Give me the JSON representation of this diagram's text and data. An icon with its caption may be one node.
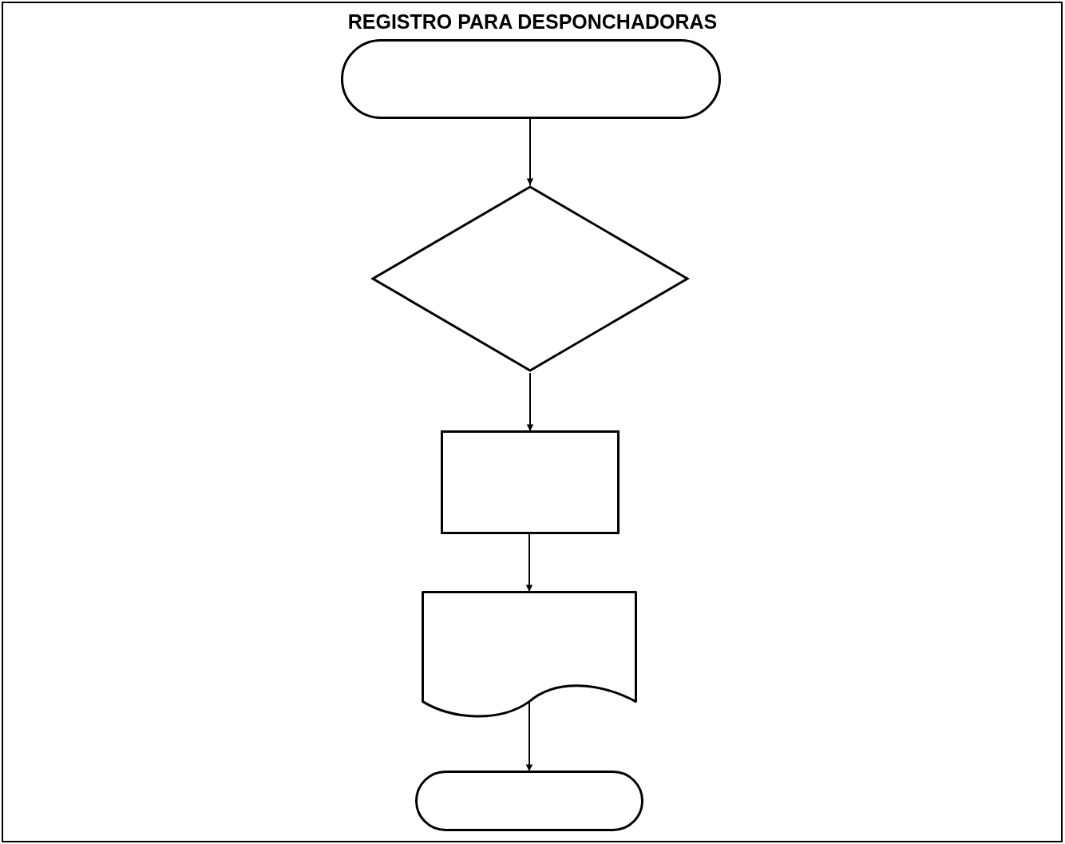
{
  "diagram": {
    "title": "REGISTRO PARA DESPONCHADORAS",
    "nodes": [
      {
        "text": [],
        "shape": "pill"
      },
      {
        "text": [],
        "shape": "diamond"
      },
      {
        "text": [],
        "shape": "box"
      },
      {
        "text": [],
        "shape": "document"
      },
      {
        "text": [],
        "shape": "pill"
      }
    ],
    "edges": [
      {
        "from": 0,
        "to": 1,
        "arrow": "to"
      },
      {
        "from": 1,
        "to": 2,
        "arrow": "to"
      },
      {
        "from": 2,
        "to": 3,
        "arrow": "to"
      },
      {
        "from": 3,
        "to": 4,
        "arrow": "to"
      }
    ]
  }
}
